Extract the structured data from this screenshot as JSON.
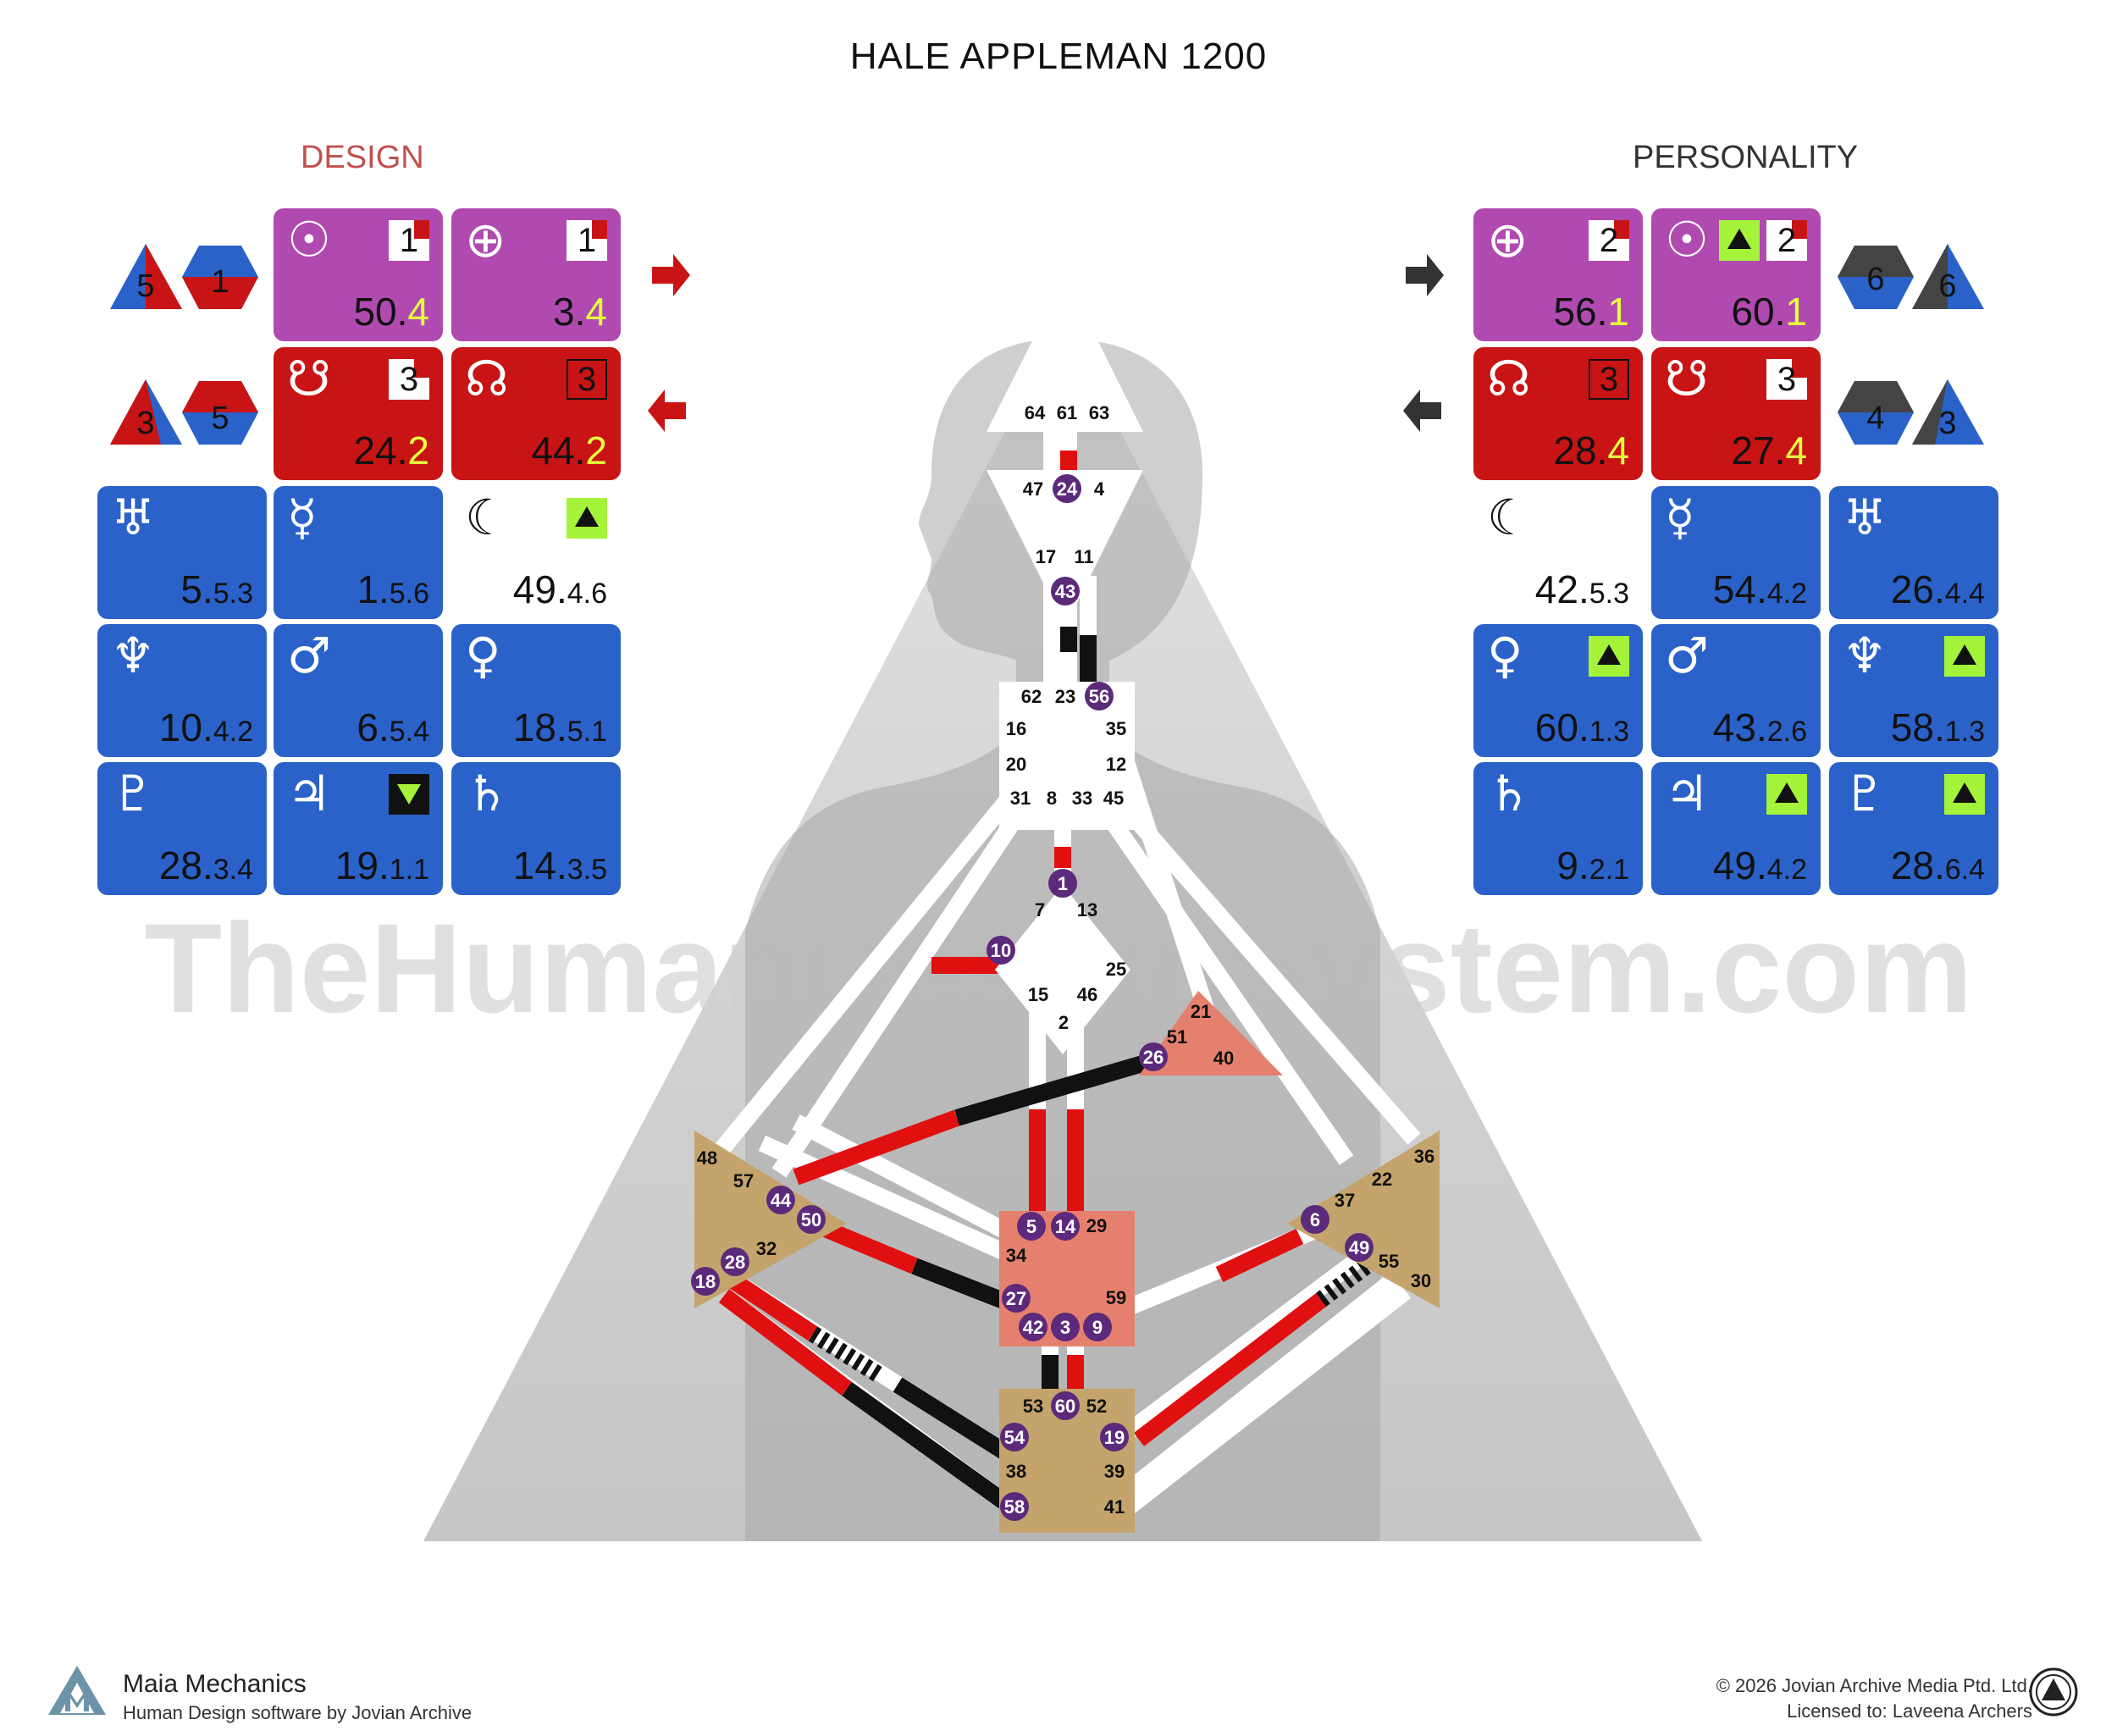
{
  "title": "HALE APPLEMAN 1200",
  "watermark": "TheHumanDesignSystem.com",
  "design": {
    "label": "DESIGN",
    "label_color": "#c0504d",
    "arrows": [
      "right-arrow-icon",
      "left-arrow-icon"
    ],
    "tiles": [
      {
        "planet": "sun",
        "glyph": "☉",
        "gate": "50.",
        "line": "4",
        "color": "#b04ab0",
        "box": "1",
        "box_type": "filled-red-corner"
      },
      {
        "planet": "earth",
        "glyph": "⊕",
        "gate": "3.",
        "line": "4",
        "color": "#b04ab0",
        "box": "1",
        "box_type": "filled-red-corner"
      },
      {
        "planet": "south-node",
        "glyph": "☋",
        "gate": "24.",
        "line": "2",
        "color": "#c81414",
        "box": "3",
        "box_type": "filled-red-corner"
      },
      {
        "planet": "north-node",
        "glyph": "☊",
        "gate": "44.",
        "line": "2",
        "color": "#c81414",
        "box": "3",
        "box_type": "outline"
      },
      {
        "planet": "uranus",
        "glyph": "♅",
        "gate": "5.",
        "sub": "5.3",
        "color": "#2a62c9"
      },
      {
        "planet": "mercury",
        "glyph": "☿",
        "gate": "1.",
        "sub": "5.6",
        "color": "#2a62c9"
      },
      {
        "planet": "moon",
        "glyph": "☾",
        "gate": "49.",
        "sub": "4.6",
        "color": "#ffffff",
        "marker": "up"
      },
      {
        "planet": "neptune",
        "glyph": "♆",
        "gate": "10.",
        "sub": "4.2",
        "color": "#2a62c9"
      },
      {
        "planet": "mars",
        "glyph": "♂",
        "gate": "6.",
        "sub": "5.4",
        "color": "#2a62c9"
      },
      {
        "planet": "venus",
        "glyph": "♀",
        "gate": "18.",
        "sub": "5.1",
        "color": "#2a62c9"
      },
      {
        "planet": "pluto",
        "glyph": "♇",
        "gate": "28.",
        "sub": "3.4",
        "color": "#2a62c9"
      },
      {
        "planet": "jupiter",
        "glyph": "♃",
        "gate": "19.",
        "sub": "1.1",
        "color": "#2a62c9",
        "marker": "down"
      },
      {
        "planet": "saturn",
        "glyph": "♄",
        "gate": "14.",
        "sub": "3.5",
        "color": "#2a62c9"
      }
    ],
    "variables": [
      "5",
      "1",
      "3",
      "5"
    ]
  },
  "personality": {
    "label": "PERSONALITY",
    "label_color": "#333333",
    "arrows": [
      "right-arrow-icon",
      "left-arrow-icon"
    ],
    "tiles": [
      {
        "planet": "earth",
        "glyph": "⊕",
        "gate": "56.",
        "line": "1",
        "color": "#b04ab0",
        "box": "2",
        "box_type": "filled-red-corner"
      },
      {
        "planet": "sun",
        "glyph": "☉",
        "gate": "60.",
        "line": "1",
        "color": "#b04ab0",
        "box": "2",
        "box_type": "filled-red-corner",
        "marker": "up"
      },
      {
        "planet": "north-node",
        "glyph": "☊",
        "gate": "28.",
        "line": "4",
        "color": "#c81414",
        "box": "3",
        "box_type": "outline"
      },
      {
        "planet": "south-node",
        "glyph": "☋",
        "gate": "27.",
        "line": "4",
        "color": "#c81414",
        "box": "3",
        "box_type": "filled-red-corner"
      },
      {
        "planet": "moon",
        "glyph": "☾",
        "gate": "42.",
        "sub": "5.3",
        "color": "#ffffff"
      },
      {
        "planet": "mercury",
        "glyph": "☿",
        "gate": "54.",
        "sub": "4.2",
        "color": "#2a62c9"
      },
      {
        "planet": "uranus",
        "glyph": "♅",
        "gate": "26.",
        "sub": "4.4",
        "color": "#2a62c9"
      },
      {
        "planet": "venus",
        "glyph": "♀",
        "gate": "60.",
        "sub": "1.3",
        "color": "#2a62c9",
        "marker": "up"
      },
      {
        "planet": "mars",
        "glyph": "♂",
        "gate": "43.",
        "sub": "2.6",
        "color": "#2a62c9"
      },
      {
        "planet": "neptune",
        "glyph": "♆",
        "gate": "58.",
        "sub": "1.3",
        "color": "#2a62c9",
        "marker": "up"
      },
      {
        "planet": "saturn",
        "glyph": "♄",
        "gate": "9.",
        "sub": "2.1",
        "color": "#2a62c9"
      },
      {
        "planet": "jupiter",
        "glyph": "♃",
        "gate": "49.",
        "sub": "4.2",
        "color": "#2a62c9",
        "marker": "up"
      },
      {
        "planet": "pluto",
        "glyph": "♇",
        "gate": "28.",
        "sub": "6.4",
        "color": "#2a62c9",
        "marker": "up"
      }
    ],
    "variables": [
      "6",
      "6",
      "4",
      "3"
    ]
  },
  "bodygraph": {
    "gates": {
      "head": [
        "64",
        "61",
        "63"
      ],
      "ajna": [
        "47",
        "24",
        "4",
        "17",
        "11",
        "43"
      ],
      "throat": [
        "62",
        "23",
        "56",
        "16",
        "35",
        "20",
        "12",
        "31",
        "8",
        "33",
        "45"
      ],
      "g": [
        "1",
        "7",
        "13",
        "10",
        "25",
        "15",
        "46",
        "2"
      ],
      "heart": [
        "21",
        "51",
        "26",
        "40"
      ],
      "spleen": [
        "48",
        "57",
        "44",
        "50",
        "32",
        "28",
        "18"
      ],
      "solar_plexus": [
        "36",
        "22",
        "37",
        "6",
        "49",
        "55",
        "30"
      ],
      "sacral": [
        "5",
        "14",
        "29",
        "34",
        "27",
        "59",
        "42",
        "3",
        "9"
      ],
      "root": [
        "53",
        "60",
        "52",
        "54",
        "19",
        "38",
        "39",
        "58",
        "41"
      ]
    },
    "active_gates": [
      "24",
      "43",
      "56",
      "1",
      "10",
      "26",
      "44",
      "50",
      "28",
      "18",
      "6",
      "49",
      "5",
      "14",
      "27",
      "42",
      "3",
      "9",
      "60",
      "54",
      "19",
      "58"
    ],
    "colors": {
      "center_defined_tan": "#c4a46c",
      "center_defined_salmon": "#e6806e",
      "center_open": "#ffffff",
      "activation_circle": "#5c2a7a",
      "design_red": "#e01010",
      "personality_black": "#111111"
    }
  },
  "footer": {
    "brand": "Maia Mechanics",
    "tagline": "Human Design software by Jovian Archive",
    "copyright": "© 2026 Jovian Archive Media Ptd. Ltd.",
    "license": "Licensed to: Laveena Archers"
  }
}
